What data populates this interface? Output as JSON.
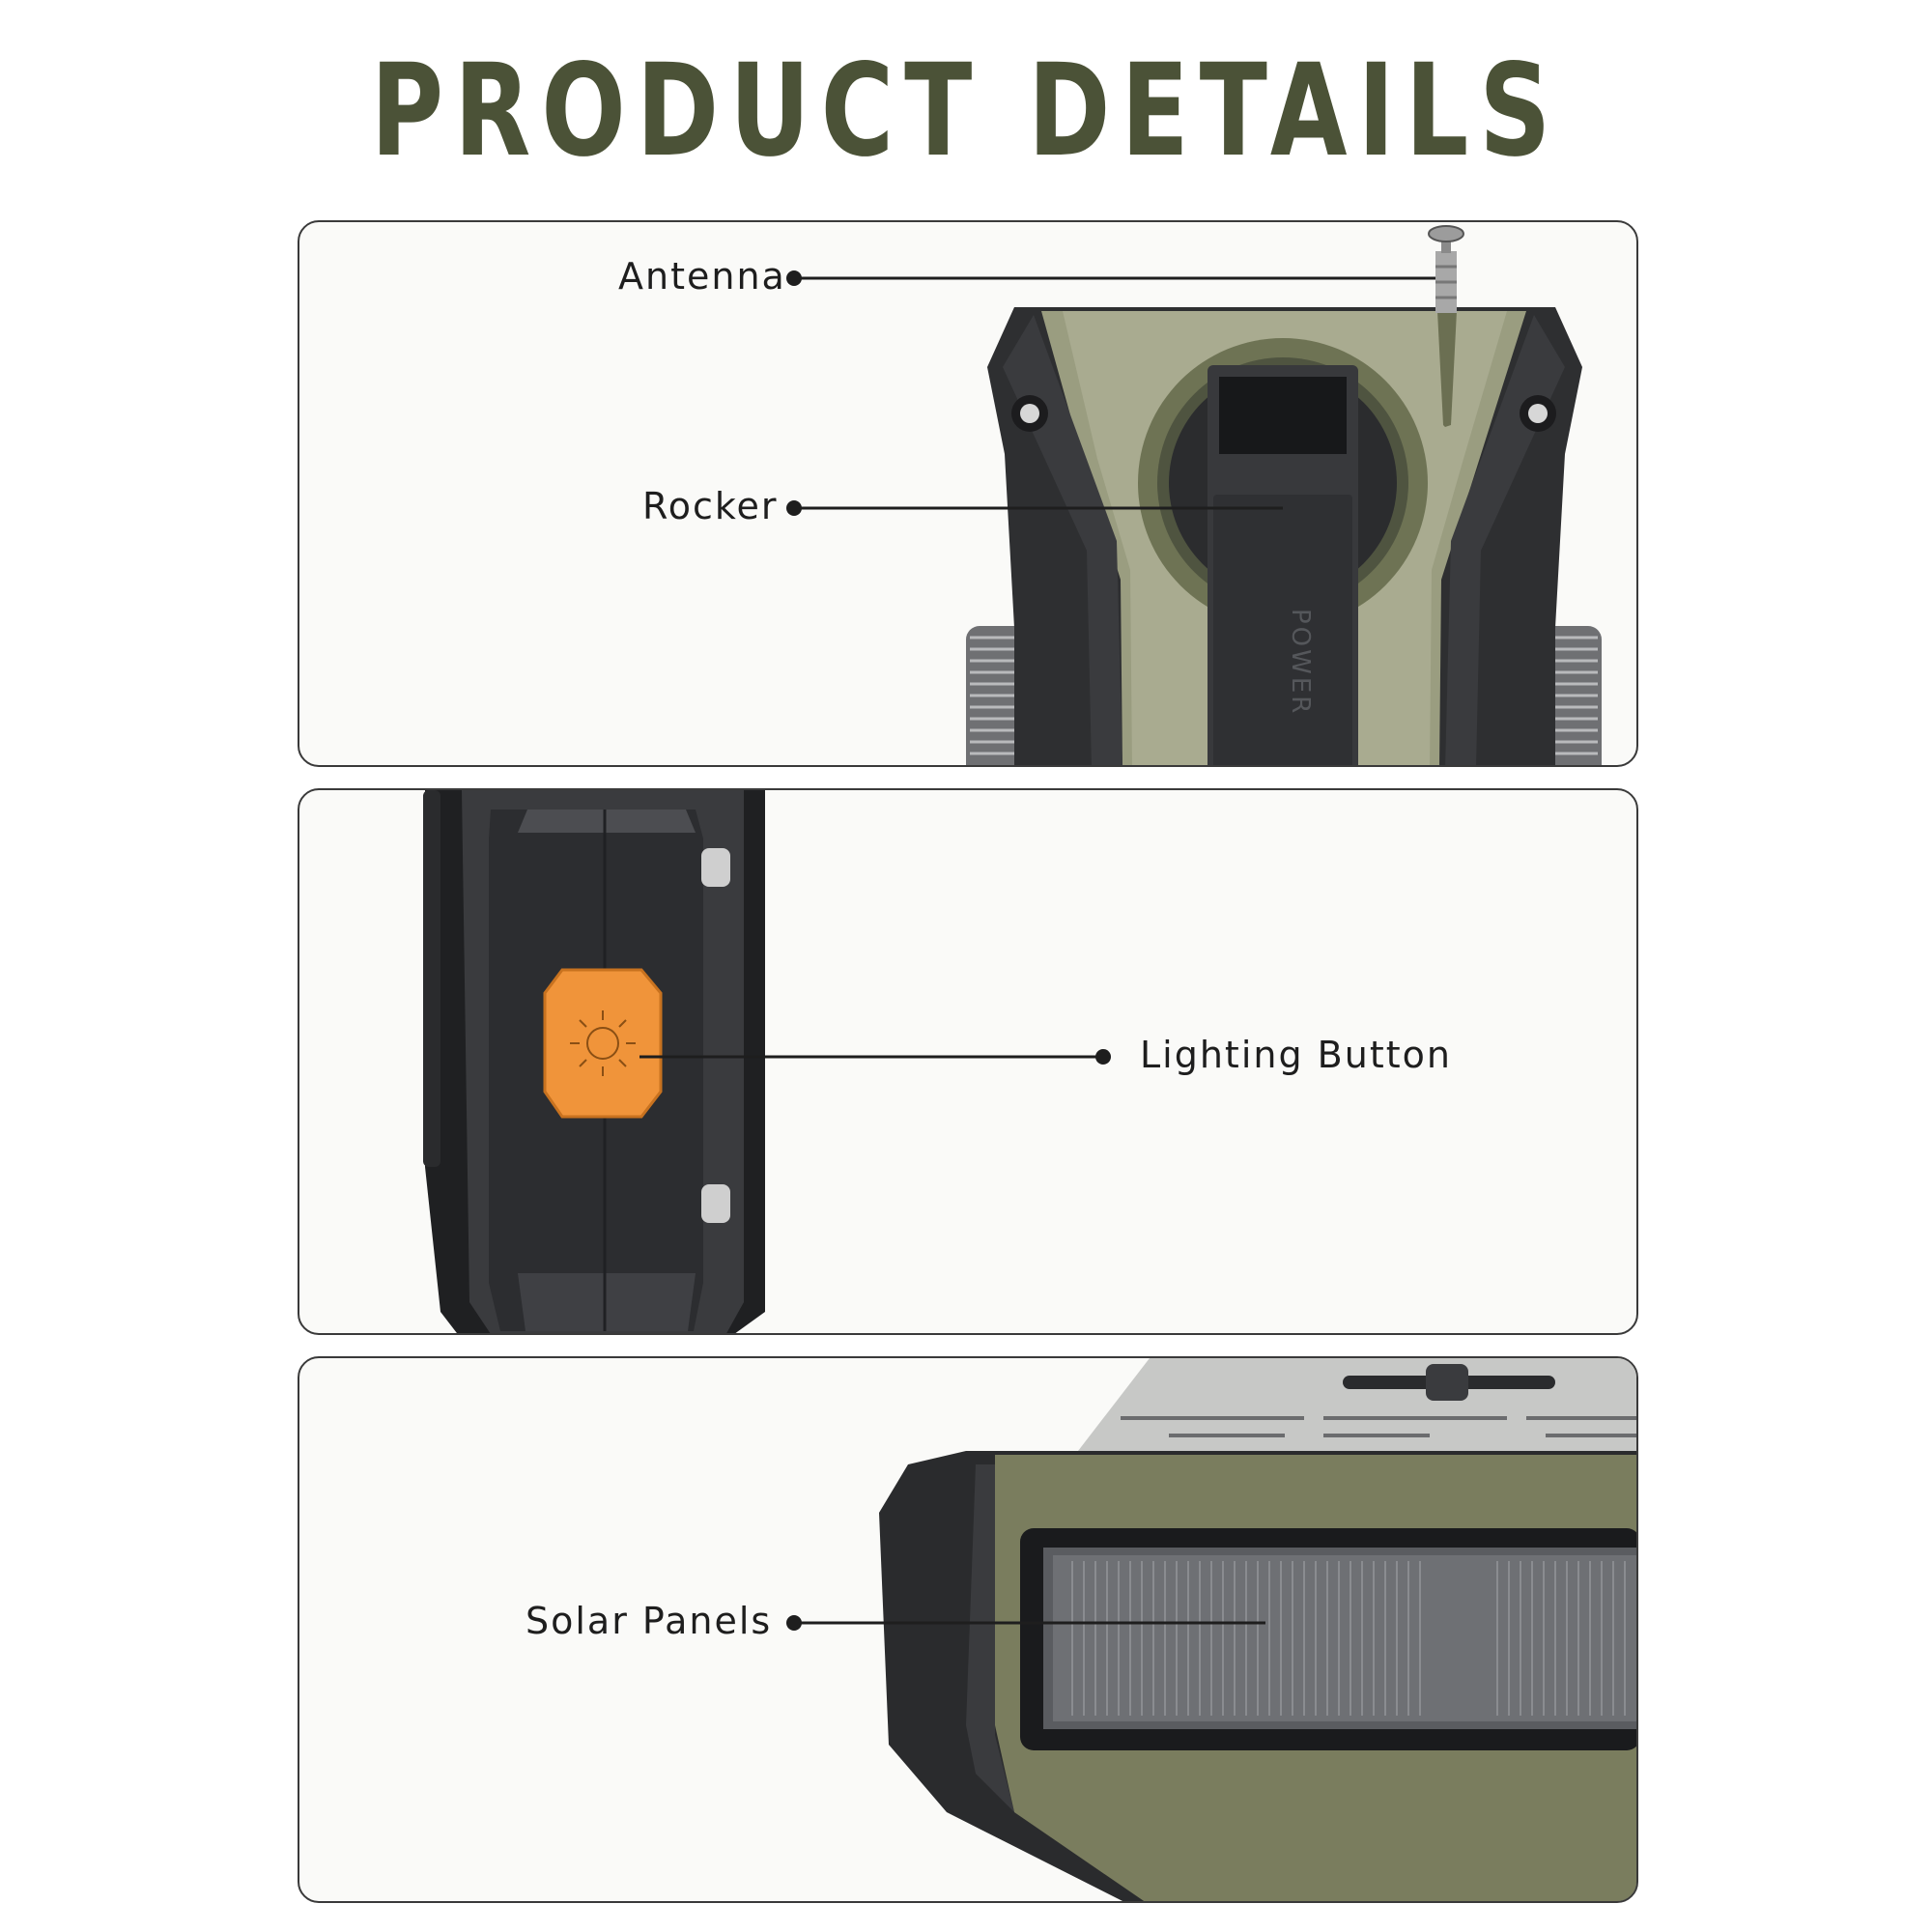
{
  "page": {
    "title": "PRODUCT DETAILS"
  },
  "callouts": {
    "antenna": "Antenna",
    "rocker": "Rocker",
    "lighting_button": "Lighting Button",
    "solar_panels": "Solar Panels"
  },
  "device_print": {
    "rocker_text": "POWER"
  },
  "colors": {
    "title": "#4b5237",
    "olive": "#7a7d5e",
    "body_dark": "#2e2f31",
    "accent_orange": "#f0943a"
  }
}
